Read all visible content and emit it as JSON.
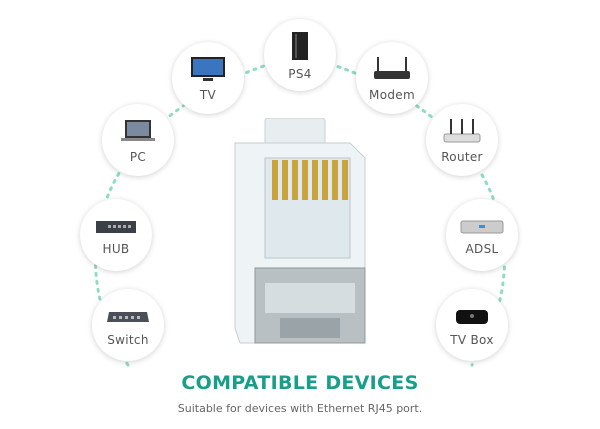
{
  "devices": [
    {
      "label": "PS4",
      "icon": "ps4-console-icon"
    },
    {
      "label": "Modem",
      "icon": "modem-icon"
    },
    {
      "label": "Router",
      "icon": "router-icon"
    },
    {
      "label": "ADSL",
      "icon": "adsl-box-icon"
    },
    {
      "label": "TV Box",
      "icon": "tv-box-icon"
    },
    {
      "label": "TV",
      "icon": "tv-icon"
    },
    {
      "label": "PC",
      "icon": "laptop-icon"
    },
    {
      "label": "HUB",
      "icon": "hub-icon"
    },
    {
      "label": "Switch",
      "icon": "switch-icon"
    }
  ],
  "title": "COMPATIBLE DEVICES",
  "subtitle": "Suitable for devices with Ethernet RJ45 port.",
  "colors": {
    "accent": "#199e8a",
    "arc": "#8fdcc4"
  }
}
